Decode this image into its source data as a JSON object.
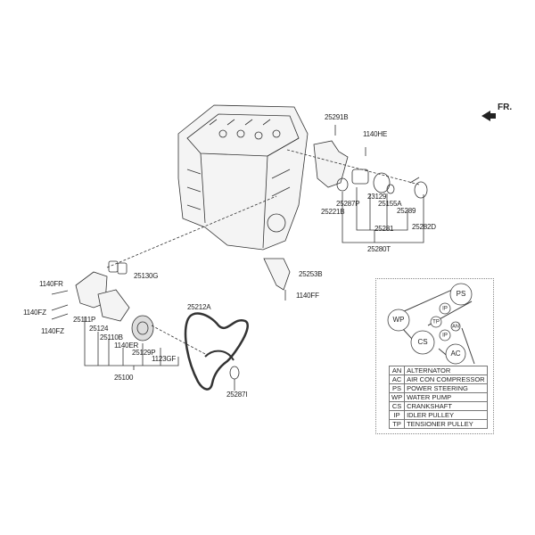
{
  "direction_marker": {
    "label": "FR."
  },
  "part_labels": [
    "25291B",
    "1140HE",
    "25287P",
    "23129",
    "25155A",
    "25289",
    "25221B",
    "25281",
    "25282D",
    "25280T",
    "25253B",
    "1140FF",
    "25130G",
    "1140FR",
    "1140FZ",
    "1140FZ",
    "25111P",
    "25124",
    "25110B",
    "1140ER",
    "25129P",
    "1123GF",
    "25100",
    "25212A",
    "25287I"
  ],
  "belt_diagram": {
    "pulleys": [
      "PS",
      "IP",
      "WP",
      "TP",
      "AN",
      "IP",
      "CS",
      "AC"
    ],
    "legend": [
      {
        "code": "AN",
        "name": "ALTERNATOR"
      },
      {
        "code": "AC",
        "name": "AIR CON COMPRESSOR"
      },
      {
        "code": "PS",
        "name": "POWER STEERING"
      },
      {
        "code": "WP",
        "name": "WATER PUMP"
      },
      {
        "code": "CS",
        "name": "CRANKSHAFT"
      },
      {
        "code": "IP",
        "name": "IDLER PULLEY"
      },
      {
        "code": "TP",
        "name": "TENSIONER PULLEY"
      }
    ]
  }
}
